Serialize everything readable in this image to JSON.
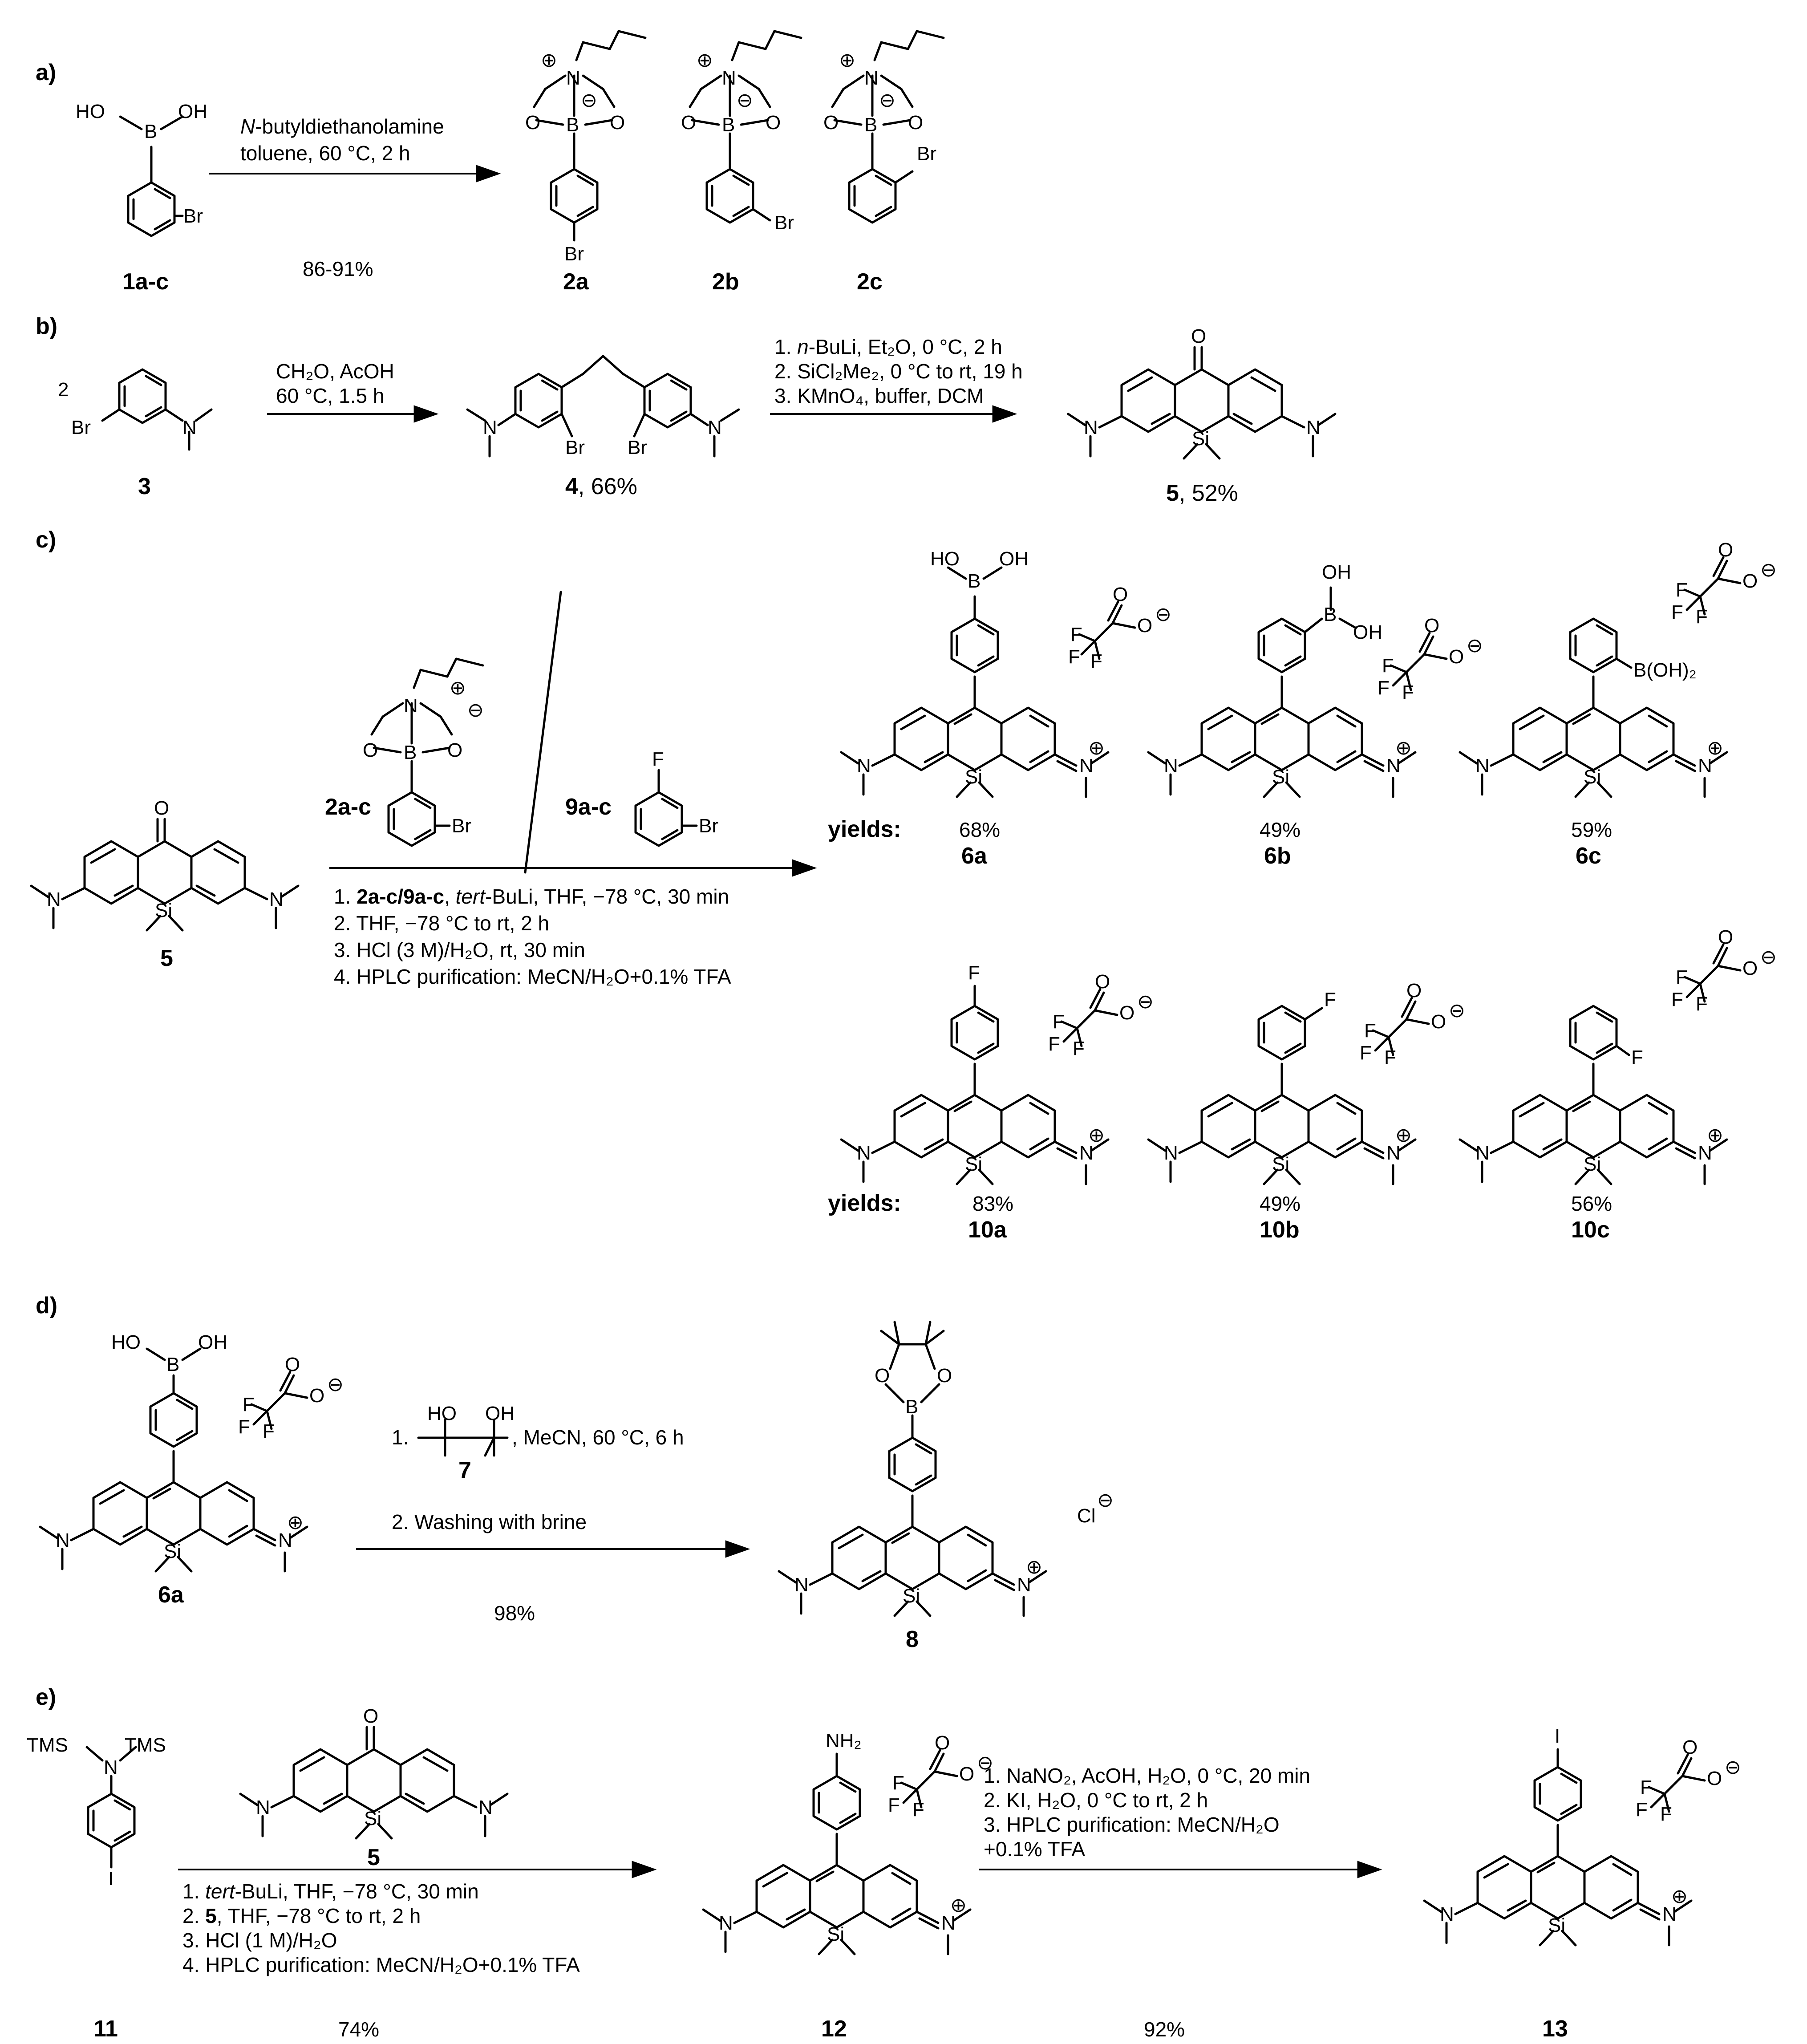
{
  "panels": [
    "a)",
    "b)",
    "c)",
    "d)",
    "e)"
  ],
  "a": {
    "reagent_italic": "N",
    "reagent_rest": "-butyldiethanolamine",
    "solvent": "toluene, 60 °C, 2 h",
    "yield": "86-91%",
    "start_label": "1a-c",
    "products": [
      "2a",
      "2b",
      "2c"
    ]
  },
  "b": {
    "coeff": "2",
    "start_label": "3",
    "step1": [
      "CH₂O, AcOH",
      "60 °C, 1.5 h"
    ],
    "int_label": "4",
    "int_yield": ", 66%",
    "step2_1a": "1. ",
    "step2_1b": "n",
    "step2_1c": "-BuLi, Et₂O, 0 °C, 2 h",
    "step2_2": "2. SiCl₂Me₂, 0 °C to rt, 19 h",
    "step2_3": "3. KMnO₄, buffer, DCM",
    "prod_label": "5",
    "prod_yield": ", 52%"
  },
  "c": {
    "start_label": "5",
    "reagent_labels": [
      "2a-c",
      "9a-c"
    ],
    "cond1_num": "1. ",
    "cond1_bold": "2a-c/9a-c",
    "cond1_mid": ", ",
    "cond1_italic": "tert",
    "cond1_rest": "-BuLi, THF, −78 °C, 30 min",
    "cond2": "2. THF, −78 °C to rt, 2 h",
    "cond3": "3. HCl (3 M)/H₂O, rt, 30 min",
    "cond4": "4. HPLC purification: MeCN/H₂O+0.1% TFA",
    "yields_label": "yields:",
    "row1": [
      {
        "yield": "68%",
        "label": "6a"
      },
      {
        "yield": "49%",
        "label": "6b"
      },
      {
        "yield": "59%",
        "label": "6c"
      }
    ],
    "row2": [
      {
        "yield": "83%",
        "label": "10a"
      },
      {
        "yield": "49%",
        "label": "10b"
      },
      {
        "yield": "56%",
        "label": "10c"
      }
    ]
  },
  "d": {
    "start_label": "6a",
    "step1_prefix": "1.",
    "step1_suffix": ", MeCN, 60 °C, 6 h",
    "diol_label": "7",
    "step2": "2. Washing with brine",
    "yield": "98%",
    "prod_label": "8"
  },
  "e": {
    "start_label": "11",
    "ketone_label": "5",
    "cond1_num": "1. ",
    "cond1_italic": "tert",
    "cond1_rest": "-BuLi, THF, −78 °C, 30 min",
    "cond2_num": "2. ",
    "cond2_bold": "5",
    "cond2_rest": ", THF, −78 °C to rt, 2 h",
    "cond3": "3. HCl (1 M)/H₂O",
    "cond4": "4. HPLC purification: MeCN/H₂O+0.1% TFA",
    "yield1": "74%",
    "int_label": "12",
    "step2": [
      "1. NaNO₂, AcOH, H₂O, 0 °C, 20 min",
      "2. KI, H₂O, 0 °C to rt, 2 h",
      "3. HPLC purification: MeCN/H₂O",
      "+0.1% TFA"
    ],
    "yield2": "92%",
    "prod_label": "13"
  },
  "atoms": {
    "HO": "HO",
    "OH": "OH",
    "B": "B",
    "Br": "Br",
    "N": "N",
    "O": "O",
    "Si": "Si",
    "F": "F",
    "Cl": "Cl",
    "I": "I",
    "NH2": "NH₂",
    "TMS": "TMS",
    "BOH2": "B(OH)₂",
    "plus": "⊕",
    "minus": "⊖",
    "neg_O": "O⁻"
  }
}
